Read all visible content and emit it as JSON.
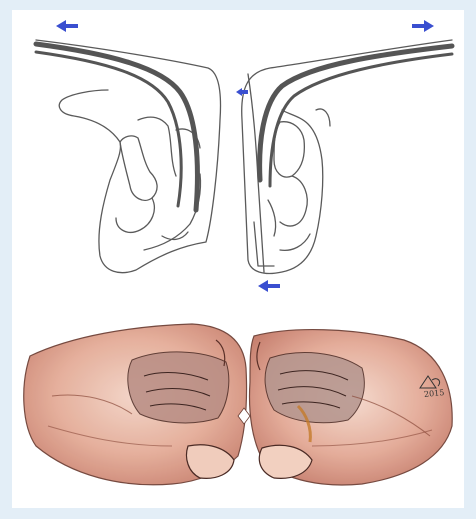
{
  "figure": {
    "panels": [
      {
        "id": "top",
        "kind": "line-drawing"
      },
      {
        "id": "bottom",
        "kind": "watercolor-illustration"
      }
    ],
    "arrows": [
      {
        "icon": "arrow-left-icon",
        "color": "#3a4fd0"
      },
      {
        "icon": "arrow-right-icon",
        "color": "#3a4fd0"
      },
      {
        "icon": "arrow-left-icon",
        "color": "#3a4fd0"
      },
      {
        "icon": "arrow-left-icon",
        "color": "#3a4fd0"
      }
    ],
    "signature": "2015",
    "colors": {
      "background": "#e3eef7",
      "line": "#5a5a5a",
      "tendon": "#555555",
      "arrow": "#3a4fd0",
      "skin": "#e8b9a6"
    }
  }
}
